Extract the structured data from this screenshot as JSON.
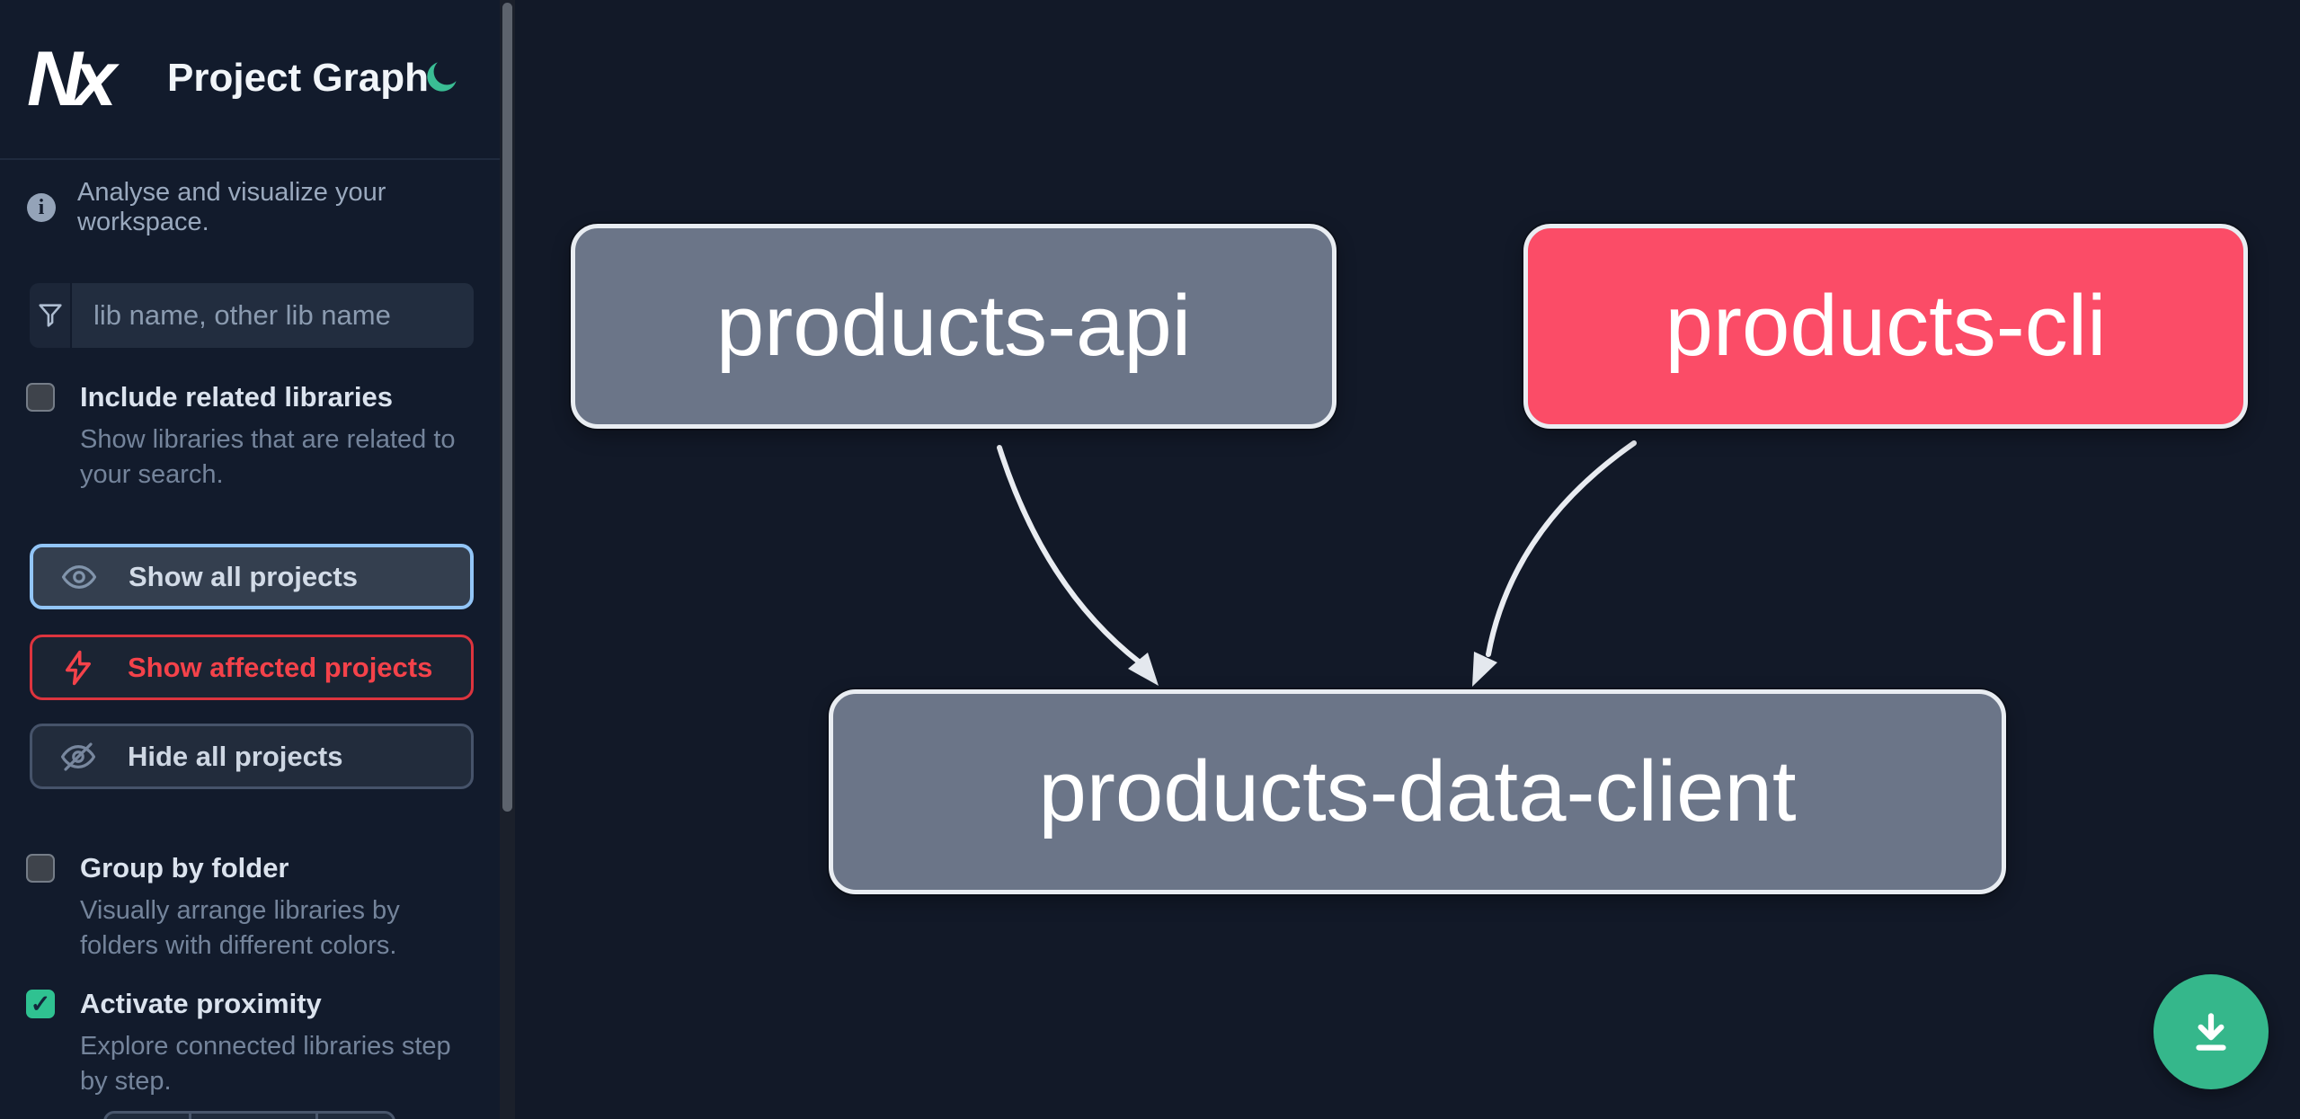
{
  "app": {
    "logo_text": "Nx",
    "title": "Project Graph"
  },
  "theme": {
    "accent_green": "#35b78b",
    "moon_green": "#3abd94",
    "focus_blue": "#92c5f7",
    "danger_red": "#f4424a",
    "node_gray": "#6b7588",
    "node_affected_pink": "#fb4c67",
    "node_border": "#e9edf2",
    "edge_color": "#e9ecf1",
    "sidebar_bg": "#121b2c",
    "canvas_bg": "#121928"
  },
  "sidebar": {
    "tagline": "Analyse and visualize your workspace.",
    "search": {
      "placeholder": "lib name, other lib name",
      "value": ""
    },
    "include_related": {
      "label": "Include related libraries",
      "description": "Show libraries that are related to your search.",
      "checked": false
    },
    "actions": [
      {
        "label": "Show all projects",
        "icon": "eye-icon",
        "state": "focused"
      },
      {
        "label": "Show affected projects",
        "icon": "lightning-icon",
        "state": "danger"
      },
      {
        "label": "Hide all projects",
        "icon": "eye-off-icon",
        "state": "normal"
      }
    ],
    "group_by_folder": {
      "label": "Group by folder",
      "description": "Visually arrange libraries by folders with different colors.",
      "checked": false
    },
    "activate_proximity": {
      "label": "Activate proximity",
      "description": "Explore connected libraries step by step.",
      "checked": true
    }
  },
  "graph": {
    "nodes": [
      {
        "id": "products-api",
        "label": "products-api",
        "state": "normal"
      },
      {
        "id": "products-cli",
        "label": "products-cli",
        "state": "affected"
      },
      {
        "id": "products-data-client",
        "label": "products-data-client",
        "state": "normal"
      }
    ],
    "edges": [
      {
        "from": "products-api",
        "to": "products-data-client"
      },
      {
        "from": "products-cli",
        "to": "products-data-client"
      }
    ]
  },
  "fab": {
    "icon": "download-icon"
  }
}
